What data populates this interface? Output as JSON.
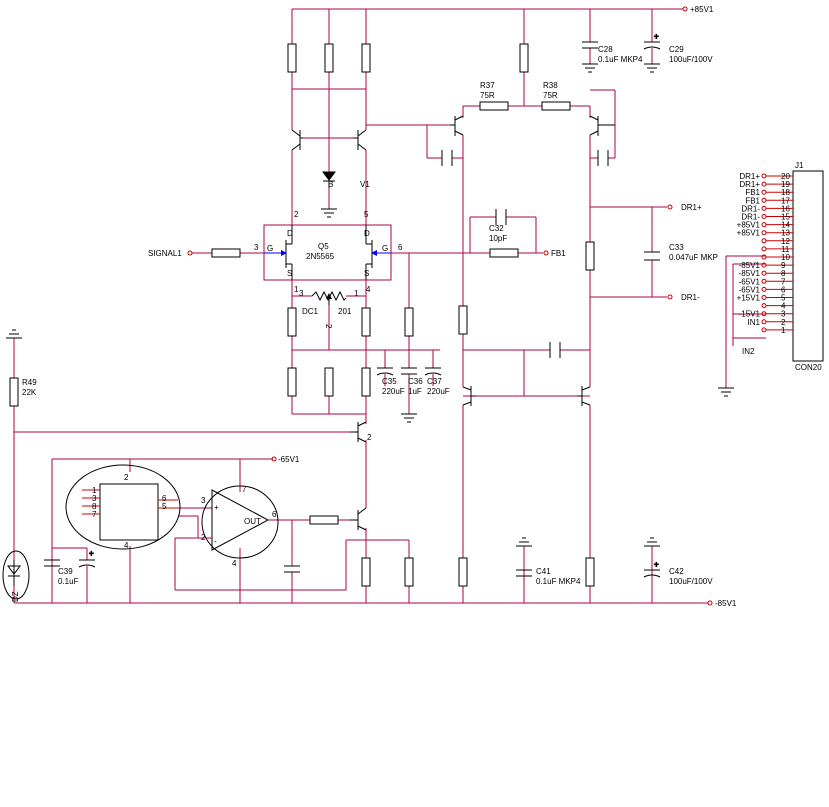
{
  "colors": {
    "wire": "#b0004a",
    "component": "#000000",
    "pin": "#cc0000",
    "transistor_fill": "#0000ff",
    "background": "#ffffff"
  },
  "rails": {
    "pos": "+85V1",
    "neg": "-85V1",
    "neg65": "-65V1"
  },
  "inputs": {
    "signal": "SIGNAL1",
    "fb": "FB1",
    "dr_pos": "DR1+",
    "dr_neg": "DR1-"
  },
  "jfet": {
    "ref": "Q5",
    "part": "2N5565",
    "pin3": "3",
    "pin6": "6",
    "pin2": "2",
    "pin5": "5",
    "pin1": "1",
    "pin4": "4",
    "d1": "D",
    "g1": "G",
    "s1": "S",
    "d2": "D",
    "g2": "G",
    "s2": "S"
  },
  "dc": {
    "ref": "DC1",
    "val": "201",
    "pin3": "3",
    "pin1": "1",
    "pin2": "2"
  },
  "resistors": {
    "r37_ref": "R37",
    "r37_val": "75R",
    "r38_ref": "R38",
    "r38_val": "75R",
    "r49_ref": "R49",
    "r49_val": "22K"
  },
  "caps": {
    "c28_ref": "C28",
    "c28_val": "0.1uF MKP4",
    "c29_ref": "C29",
    "c29_val": "100uF/100V",
    "c32_ref": "C32",
    "c32_val": "10pF",
    "c33_ref": "C33",
    "c33_val": "0.047uF MKP",
    "c35_ref": "C35",
    "c35_val": "220uF",
    "c36_ref": "C36",
    "c36_val": "1uF",
    "c37_ref": "C37",
    "c37_val": "220uF",
    "c39_ref": "C39",
    "c39_val": "0.1uF",
    "c41_ref": "C41",
    "c41_val": "0.1uF MKP4",
    "c42_ref": "C42",
    "c42_val": "100uF/100V"
  },
  "misc": {
    "b_lbl": "B",
    "v1_lbl": "V1",
    "tr2_pin": "2",
    "opamp_out": "OUT",
    "opamp_plus": "+",
    "opamp_minus": "-",
    "op_p3": "3",
    "op_p2": "2",
    "op_p6": "6",
    "op_p7": "7",
    "op_p4": "4",
    "ic_p1": "1",
    "ic_p3": "3",
    "ic_p8": "8",
    "ic_p7": "7",
    "ic_p6": "6",
    "ic_p5": "5",
    "ic_p2": "2",
    "ic_p4": "4",
    "pin3": "3",
    "pin6": "6",
    "dz_lbl": "DZ"
  },
  "connector": {
    "ref": "J1",
    "part": "CON20",
    "pins": [
      {
        "num": "20",
        "label": "DR1+"
      },
      {
        "num": "19",
        "label": "DR1+"
      },
      {
        "num": "18",
        "label": "FB1"
      },
      {
        "num": "17",
        "label": "FB1"
      },
      {
        "num": "16",
        "label": "DR1-"
      },
      {
        "num": "15",
        "label": "DR1-"
      },
      {
        "num": "14",
        "label": "+85V1"
      },
      {
        "num": "13",
        "label": "+85V1"
      },
      {
        "num": "12",
        "label": ""
      },
      {
        "num": "11",
        "label": ""
      },
      {
        "num": "10",
        "label": ""
      },
      {
        "num": "9",
        "label": "-85V1"
      },
      {
        "num": "8",
        "label": "-85V1"
      },
      {
        "num": "7",
        "label": "-65V1"
      },
      {
        "num": "6",
        "label": "-65V1"
      },
      {
        "num": "5",
        "label": "+15V1"
      },
      {
        "num": "4",
        "label": ""
      },
      {
        "num": "3",
        "label": "-15V1"
      },
      {
        "num": "2",
        "label": "IN1"
      },
      {
        "num": "1",
        "label": ""
      }
    ],
    "in2": "IN2"
  }
}
